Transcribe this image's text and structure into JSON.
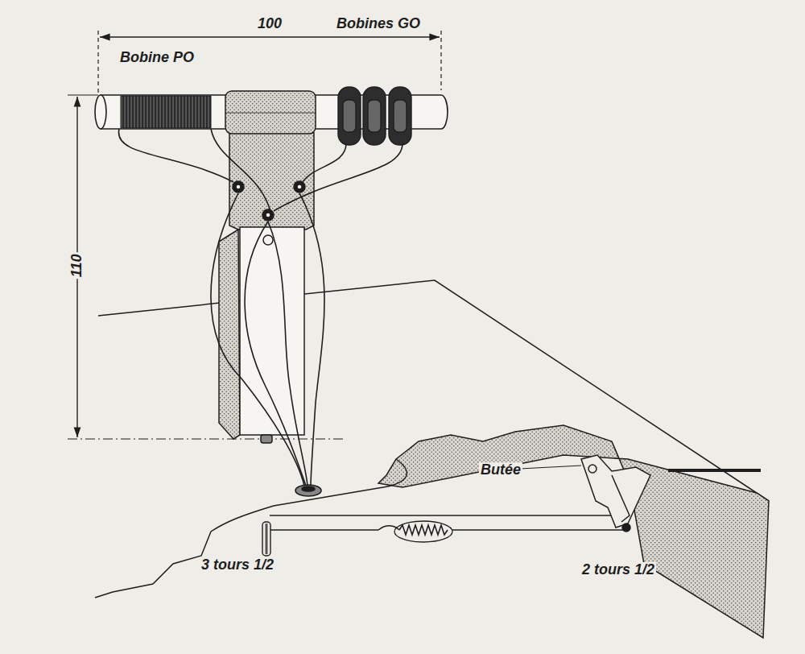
{
  "diagram": {
    "labels": [
      "100",
      "Bobine PO",
      "Bobines GO",
      "110",
      "Butée",
      "3 tours 1/2",
      "2 tours 1/2"
    ]
  }
}
